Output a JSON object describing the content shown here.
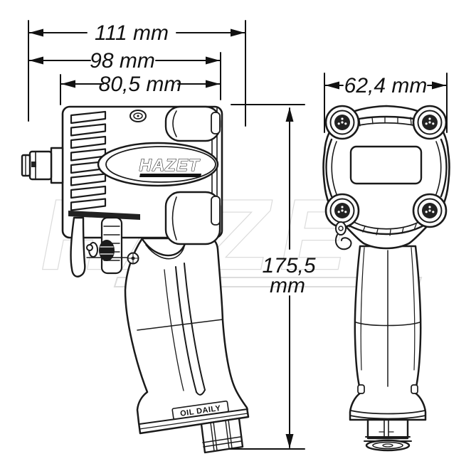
{
  "drawing": {
    "title_hint": "pneumatic impact wrench technical drawing",
    "brand_logo": "HAZET",
    "watermark": "HAZET",
    "oil_label": "OIL DAILY"
  },
  "dimensions": {
    "overall_length": "111 mm",
    "housing_length": "98 mm",
    "body_length": "80,5 mm",
    "head_width": "62,4 mm",
    "height_value": "175,5",
    "height_unit": "mm"
  },
  "colors": {
    "line": "#1a1a1a",
    "dimension": "#111111",
    "watermark": "#dcdcdc",
    "background": "#ffffff"
  }
}
